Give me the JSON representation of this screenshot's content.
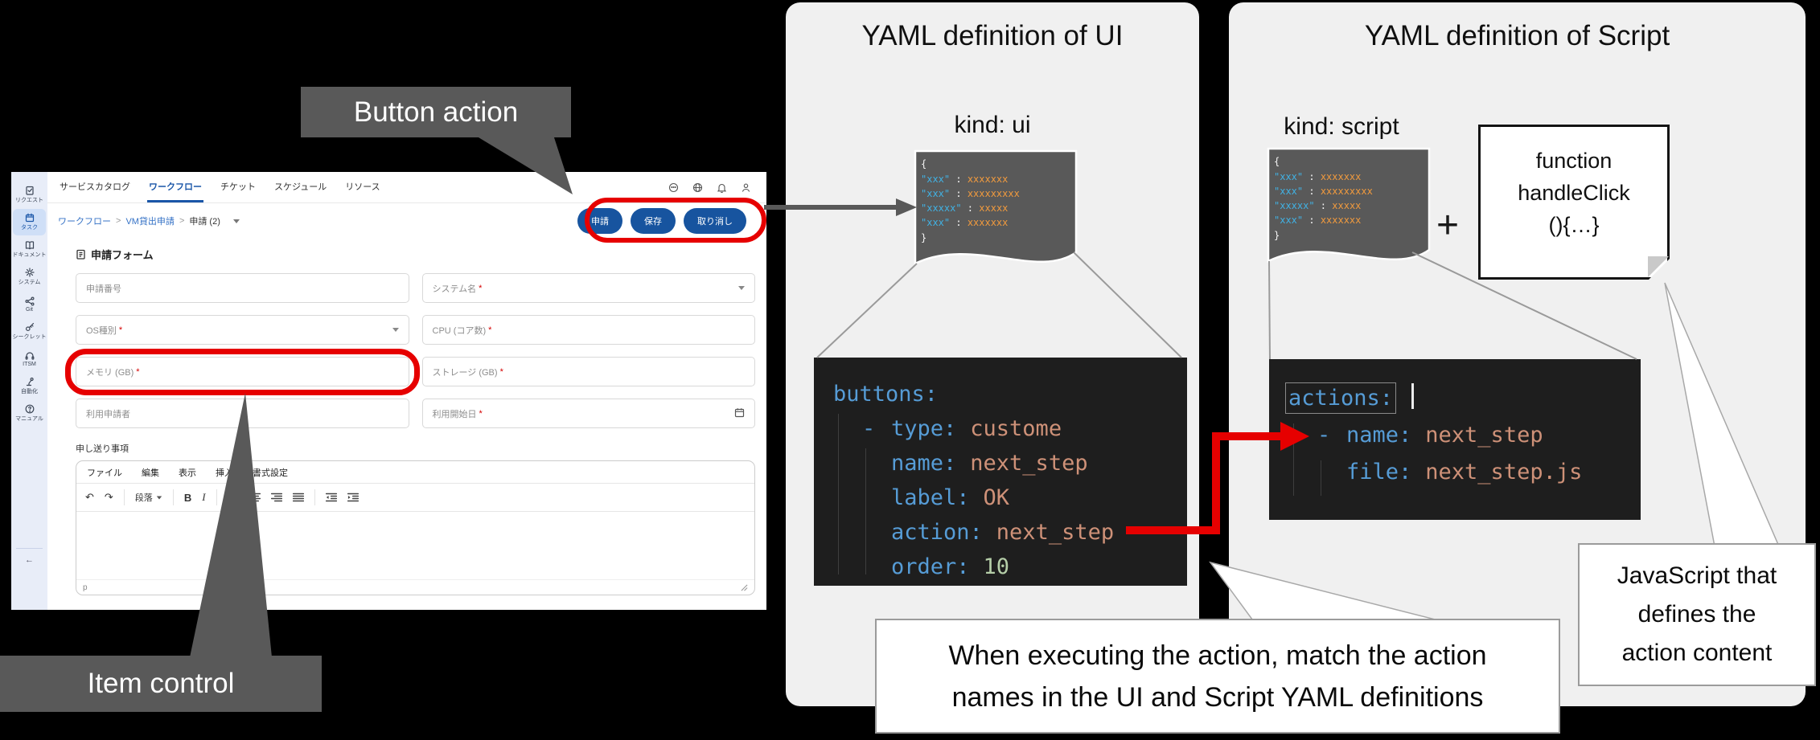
{
  "colors": {
    "accent_red": "#e60000",
    "brand_blue": "#17549f",
    "annotation_gray": "#595959",
    "panel_gray": "#f0f0f0",
    "code_bg": "#1e1e1e",
    "code_key": "#569cd6",
    "code_value": "#ce9178",
    "code_number": "#b5cea8",
    "doc_key": "#41b1e3",
    "doc_value": "#f09a3e"
  },
  "labels": {
    "button_action": "Button action",
    "item_control": "Item control",
    "plus": "+"
  },
  "callouts": {
    "func_note": {
      "line1": "function",
      "line2": "handleClick",
      "line3": "(){…}"
    },
    "right_note": {
      "line1": "JavaScript that",
      "line2": "defines the",
      "line3": "action content"
    },
    "bottom_note": {
      "line1": "When executing the action, match the action",
      "line2": "names in the UI and Script YAML definitions"
    }
  },
  "panel_ui": {
    "title": "YAML definition of UI",
    "kind": "kind: ui"
  },
  "panel_script": {
    "title": "YAML definition of Script",
    "kind": "kind: script"
  },
  "doc_code": {
    "open": "{",
    "close": "}",
    "colon": " : ",
    "lines": [
      {
        "key": "\"xxx\"",
        "value": "xxxxxxx"
      },
      {
        "key": "\"xxx\"",
        "value": "xxxxxxxxx"
      },
      {
        "key": "\"xxxxx\"",
        "value": "xxxxx"
      },
      {
        "key": "\"xxx\"",
        "value": "xxxxxxx"
      }
    ]
  },
  "ui_yaml": {
    "root": "buttons:",
    "entries": [
      {
        "dash": "-",
        "key": "type:",
        "value": "custome"
      },
      {
        "key": "name:",
        "value": "next_step"
      },
      {
        "key": "label:",
        "value": "OK"
      },
      {
        "key": "action:",
        "value": "next_step"
      },
      {
        "key": "order:",
        "value": "10"
      }
    ]
  },
  "script_yaml": {
    "root": "actions:",
    "entries": [
      {
        "dash": "-",
        "key": "name:",
        "value": "next_step"
      },
      {
        "key": "file:",
        "value": "next_step.js"
      }
    ]
  },
  "app": {
    "nav": {
      "items": [
        {
          "label": "サービスカタログ"
        },
        {
          "label": "ワークフロー"
        },
        {
          "label": "チケット"
        },
        {
          "label": "スケジュール"
        },
        {
          "label": "リソース"
        }
      ]
    },
    "breadcrumb": {
      "level1": "ワークフロー",
      "sep1": ">",
      "level2": "VM貸出申請",
      "sep2": ">",
      "current": "申請 (2)"
    },
    "actions": {
      "submit": "申請",
      "save": "保存",
      "cancel": "取り消し"
    },
    "sidebar": {
      "items": [
        {
          "label": "リクエスト"
        },
        {
          "label": "タスク"
        },
        {
          "label": "ドキュメント"
        },
        {
          "label": "システム"
        },
        {
          "label": "Git"
        },
        {
          "label": "シークレット"
        },
        {
          "label": "ITSM"
        },
        {
          "label": "自動化"
        },
        {
          "label": "マニュアル"
        }
      ],
      "collapse": "←"
    },
    "form": {
      "title": "申請フォーム",
      "fields": [
        {
          "text": "申請番号",
          "required": ""
        },
        {
          "text": "システム名",
          "required": "*"
        },
        {
          "text": "OS種別",
          "required": "*"
        },
        {
          "text": "CPU (コア数)",
          "required": "*"
        },
        {
          "text": "メモリ (GB)",
          "required": "*"
        },
        {
          "text": "ストレージ (GB)",
          "required": "*"
        },
        {
          "text": "利用申請者",
          "required": ""
        },
        {
          "text": "利用開始日",
          "required": "*"
        }
      ],
      "notes_label": "申し送り事項",
      "editor": {
        "menus": [
          {
            "label": "ファイル"
          },
          {
            "label": "編集"
          },
          {
            "label": "表示"
          },
          {
            "label": "挿入"
          },
          {
            "label": "書式設定"
          }
        ],
        "paragraph": "段落",
        "bold": "B",
        "italic": "I",
        "undo": "↶",
        "redo": "↷",
        "status_path": "p"
      }
    }
  }
}
